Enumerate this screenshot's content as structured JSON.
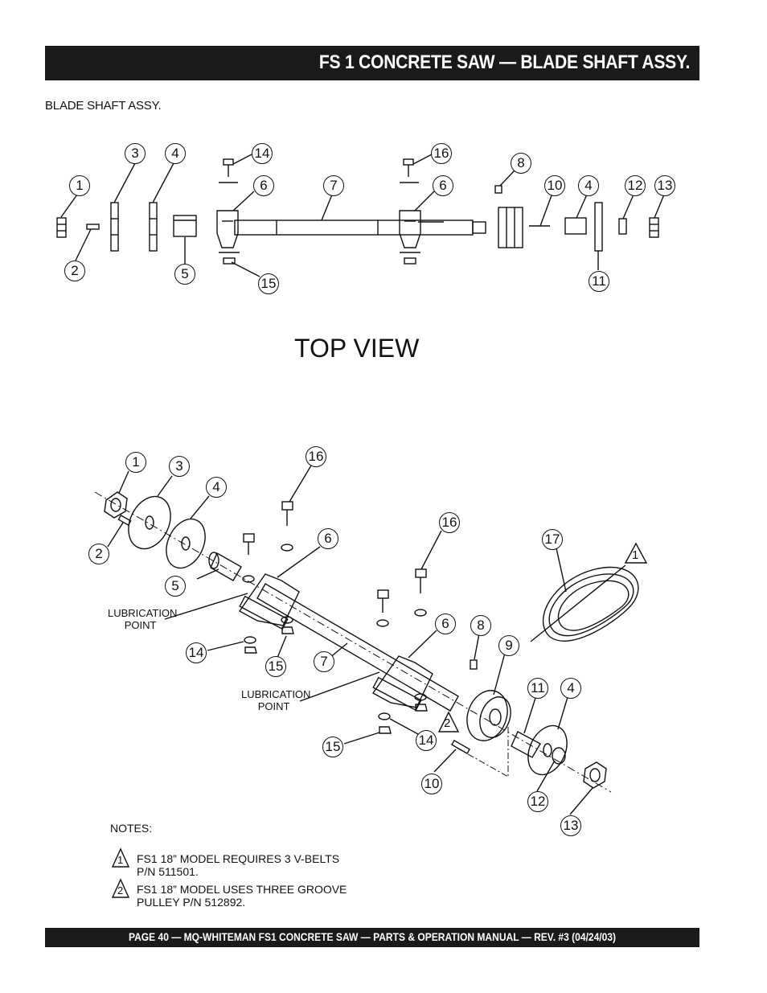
{
  "header": {
    "title": "FS 1 CONCRETE SAW —  BLADE SHAFT ASSY."
  },
  "subtitle": "BLADE SHAFT ASSY.",
  "view_label": "TOP VIEW",
  "top_callouts": [
    "1",
    "2",
    "3",
    "4",
    "5",
    "14",
    "6",
    "15",
    "7",
    "16",
    "6",
    "8",
    "10",
    "4",
    "12",
    "13",
    "11"
  ],
  "iso_callouts": [
    "1",
    "3",
    "4",
    "2",
    "16",
    "6",
    "5",
    "16",
    "17",
    "14",
    "15",
    "7",
    "6",
    "8",
    "9",
    "11",
    "4",
    "15",
    "14",
    "10",
    "12",
    "13"
  ],
  "lubrication_label_1": {
    "line1": "LUBRICATION",
    "line2": "POINT"
  },
  "lubrication_label_2": {
    "line1": "LUBRICATION",
    "line2": "POINT"
  },
  "delta_marks": [
    "1",
    "2"
  ],
  "notes": {
    "title": "NOTES:",
    "items": [
      {
        "num": "1",
        "line1": "FS1 18” MODEL REQUIRES 3 V-BELTS",
        "line2": "P/N 511501."
      },
      {
        "num": "2",
        "line1": "FS1 18” MODEL USES THREE GROOVE",
        "line2": "PULLEY P/N 512892."
      }
    ]
  },
  "footer": {
    "text": "PAGE 40 — MQ-WHITEMAN FS1 CONCRETE SAW — PARTS & OPERATION MANUAL — REV. #3 (04/24/03)"
  }
}
